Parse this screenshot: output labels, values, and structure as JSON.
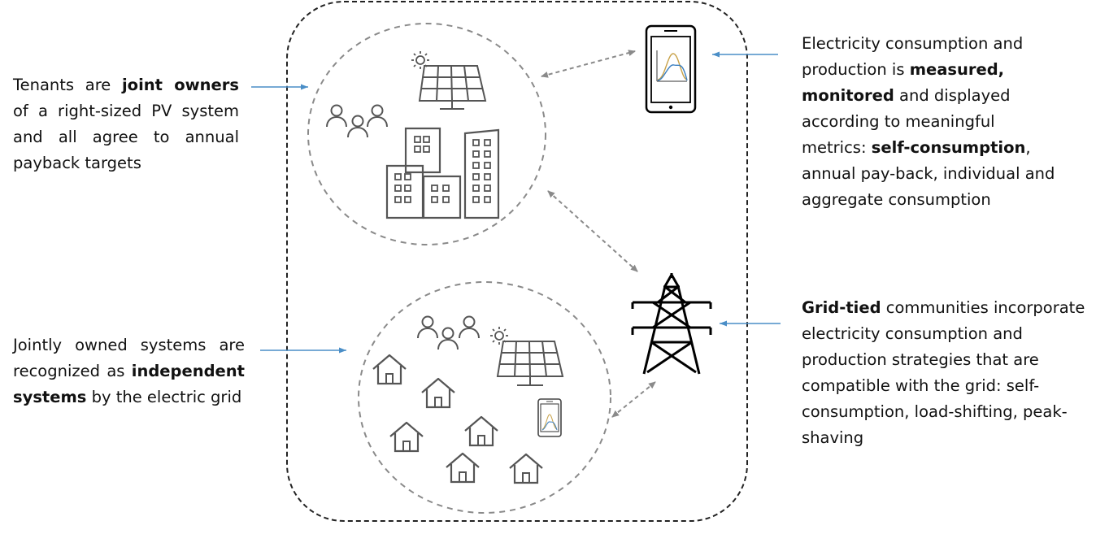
{
  "colors": {
    "arrow_blue": "#4a8ec7",
    "dashed_gray": "#8a8a8a",
    "frame": "#222222",
    "icon": "#555555",
    "icon_dark": "#000000",
    "curve_blue": "#3b7fc0",
    "curve_gold": "#c8a24a"
  },
  "icons": [
    "sun-icon",
    "solar-panel-icon",
    "people-icon",
    "buildings-icon",
    "smartphone-chart-icon",
    "transmission-tower-icon",
    "house-icon"
  ],
  "tl": {
    "l1_a": "Tenants are ",
    "l1_b": "joint owners",
    "l2": "of a right-sized PV system",
    "l3": "and all agree to annual",
    "l4": "payback targets"
  },
  "bl": {
    "l1": "Jointly owned systems are",
    "l2_a": "recognized as ",
    "l2_b": "independent",
    "l3_a": "systems",
    "l3_b": " by the electric grid"
  },
  "tr": {
    "l1": "Electricity consumption and",
    "l2_a": "production is ",
    "l2_b": "measured,",
    "l3_a": "monitored",
    "l3_b": " and displayed",
    "l4": "according to meaningful",
    "l5_a": "metrics: ",
    "l5_b": "self-consumption",
    "l5_c": ",",
    "l6": "annual pay-back, individual and",
    "l7": "aggregate consumption"
  },
  "br": {
    "l1_a": "Grid-tied",
    "l1_b": " communities incorporate",
    "l2": "electricity consumption and",
    "l3": "production strategies that are",
    "l4": "compatible with the grid: self-",
    "l5": "consumption, load-shifting, peak-",
    "l6": "shaving"
  }
}
